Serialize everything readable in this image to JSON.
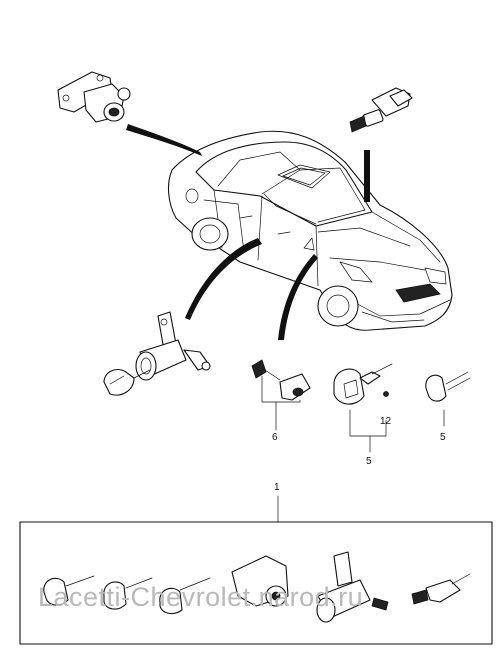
{
  "callouts": {
    "door_lock_label": "6",
    "key_set_label": "5",
    "screw_label": "12",
    "blank_key_label": "5",
    "kit_label": "1"
  },
  "watermark": "Lacetti-Chevrolet.narod.ru"
}
